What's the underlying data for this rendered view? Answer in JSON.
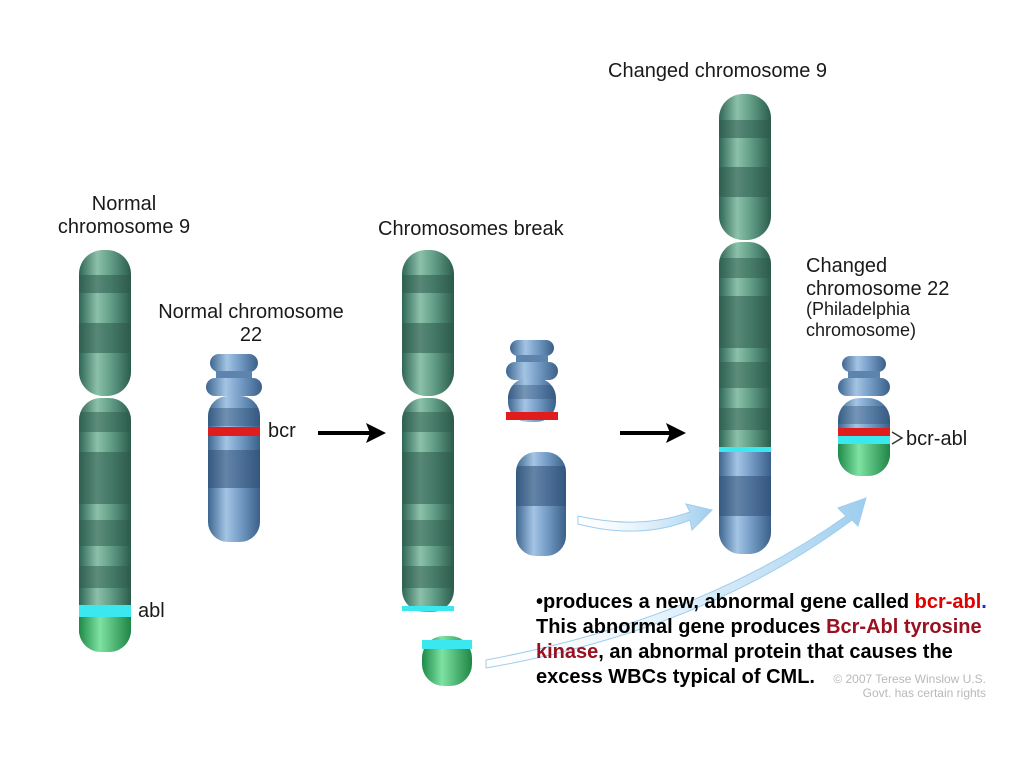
{
  "labels": {
    "normal_chr9": "Normal chromosome 9",
    "normal_chr22": "Normal chromosome 22",
    "chromosomes_break": "Chromosomes break",
    "changed_chr9": "Changed chromosome 9",
    "changed_chr22_title": "Changed chromosome 22",
    "changed_chr22_sub": "(Philadelphia chromosome)",
    "bcr": "bcr",
    "abl": "abl",
    "bcr_abl": "bcr-abl"
  },
  "caption": {
    "bullet": "•",
    "part1": "produces a new, abnormal gene called ",
    "gene": "bcr-abl",
    "period": ".",
    "part2": " This abnormal gene produces ",
    "protein": "Bcr-Abl tyrosine kinase",
    "part3": ", an abnormal protein that causes the excess WBCs typical of CML."
  },
  "copyright": "© 2007 Terese Winslow U.S. Govt. has certain rights",
  "colors": {
    "chr9_green": "#5a9a84",
    "chr22_blue": "#6f97c2",
    "bcr_red": "#e11c1c",
    "abl_cyan": "#2ee6ee",
    "abl_green": "#3fba6e",
    "arrow_lightblue": "#a9d3ef"
  }
}
